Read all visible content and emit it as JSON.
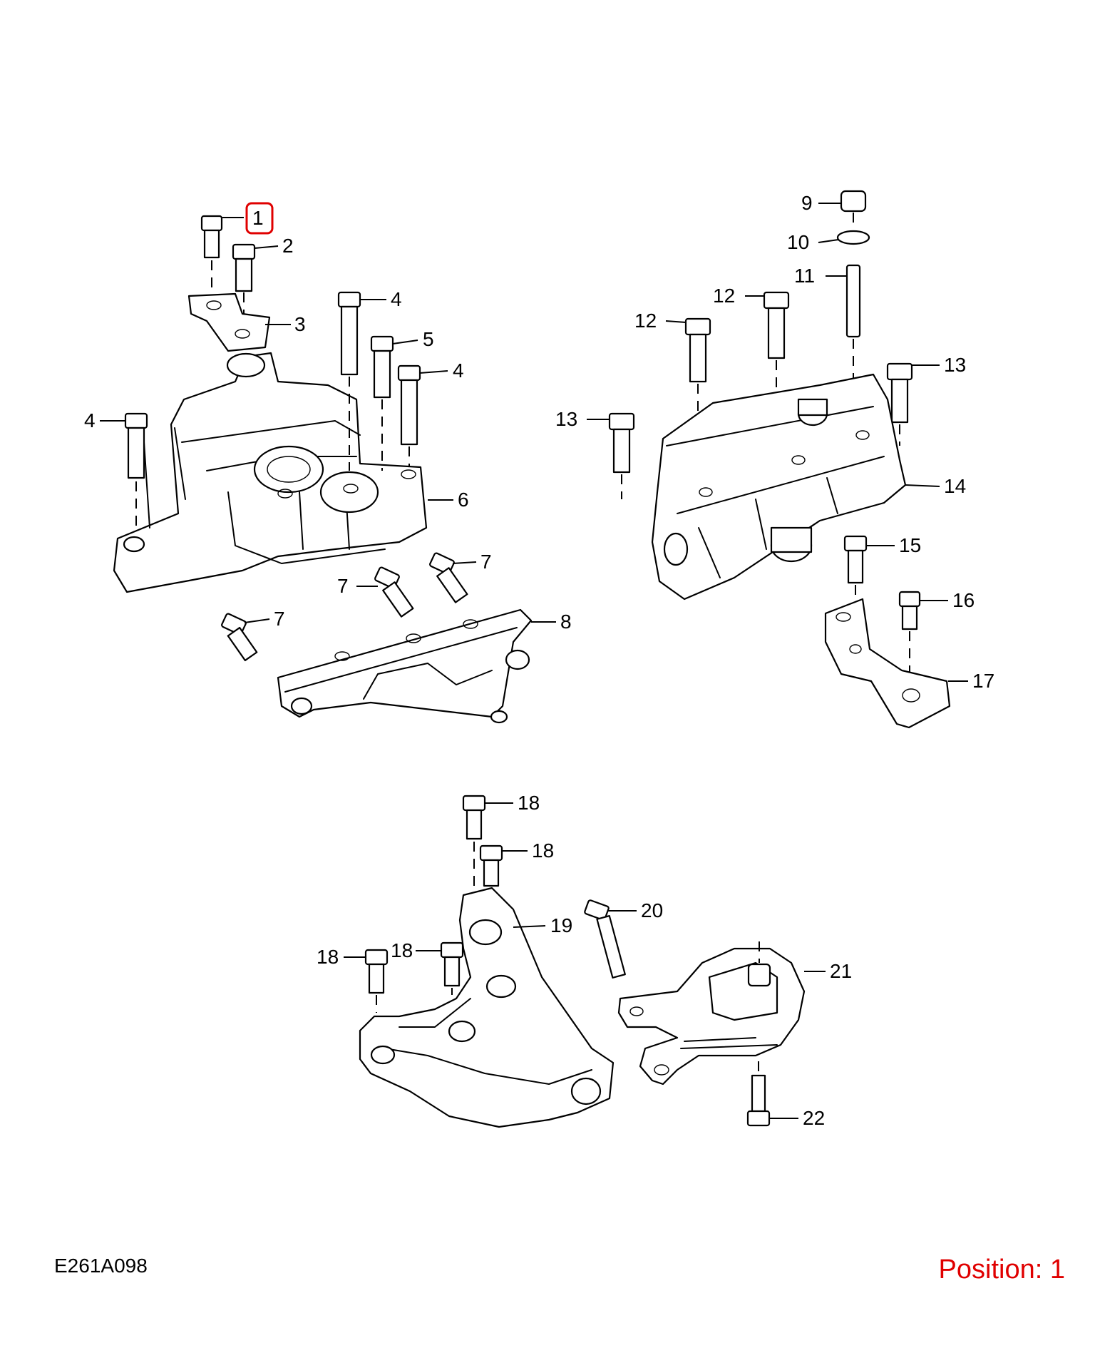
{
  "diagram": {
    "reference_code": "E261A098",
    "position_text": "Position: 1",
    "highlight_color": "#e00000",
    "highlighted_callout": "1",
    "callouts": [
      "1",
      "2",
      "3",
      "4",
      "4",
      "4",
      "5",
      "6",
      "7",
      "7",
      "7",
      "8",
      "9",
      "10",
      "11",
      "12",
      "12",
      "13",
      "13",
      "14",
      "15",
      "16",
      "17",
      "18",
      "18",
      "18",
      "18",
      "19",
      "20",
      "21",
      "22"
    ]
  }
}
